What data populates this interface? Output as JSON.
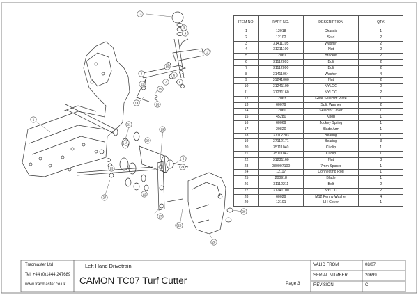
{
  "table": {
    "headers": [
      "ITEM NO.",
      "PART NO.",
      "DESCRIPTION",
      "QTY."
    ],
    "rows": [
      [
        "1",
        "12018",
        "Chassis",
        "1"
      ],
      [
        "2",
        "12102",
        "Stud",
        "2"
      ],
      [
        "3",
        "31411105",
        "Washer",
        "2"
      ],
      [
        "4",
        "31211100",
        "Nut",
        "2"
      ],
      [
        "5",
        "12061",
        "Bracket",
        "2"
      ],
      [
        "6",
        "31112093",
        "Bolt",
        "2"
      ],
      [
        "7",
        "31112090",
        "Bolt",
        "2"
      ],
      [
        "8",
        "31411064",
        "Washer",
        "4"
      ],
      [
        "9",
        "31241060",
        "Nut",
        "2"
      ],
      [
        "10",
        "31241100",
        "NYLOC",
        "2"
      ],
      [
        "11",
        "31231160",
        "NYLOC",
        "2"
      ],
      [
        "12",
        "12063",
        "Gear Selector Plate",
        "1"
      ],
      [
        "13",
        "60079",
        "Split Washer",
        "2"
      ],
      [
        "14",
        "12060",
        "Selector Lever",
        "1"
      ],
      [
        "15",
        "45280",
        "Knob",
        "1"
      ],
      [
        "16",
        "60069",
        "Jockey Spring",
        "1"
      ],
      [
        "17",
        "20820",
        "Blade Arm",
        "1"
      ],
      [
        "18",
        "37112203",
        "Bearing",
        "1"
      ],
      [
        "19",
        "37112171",
        "Bearing",
        "3"
      ],
      [
        "20",
        "35111040",
        "Circlip",
        "1"
      ],
      [
        "21",
        "35111042",
        "Circlip",
        "1"
      ],
      [
        "22",
        "31231160",
        "Nut",
        "3"
      ],
      [
        "23",
        "080007100",
        "7mm Spacer",
        "1"
      ],
      [
        "24",
        "12117",
        "Connecting Rod",
        "1"
      ],
      [
        "25",
        "200918",
        "Blade",
        "1"
      ],
      [
        "26",
        "31112211",
        "Bolt",
        "2"
      ],
      [
        "27",
        "31241100",
        "NYLOC",
        "2"
      ],
      [
        "28",
        "60029",
        "M12 Penny Washer",
        "4"
      ],
      [
        "29",
        "12101",
        "LH Cover",
        "1"
      ]
    ]
  },
  "title_block": {
    "company": "Tracmaster Ltd",
    "tel": "Tel: +44 (0)1444 247689",
    "web": "www.tracmaster.co.uk",
    "subtitle": "Left Hand Drivetrain",
    "title": "CAMON TC07 Turf Cutter",
    "page": "Page 3",
    "valid_from_label": "VALID FROM",
    "valid_from_value": "08/07",
    "serial_label": "SERIAL NUMBER",
    "serial_value": "20699",
    "revision_label": "REVISION",
    "revision_value": "C"
  },
  "balloons": [
    "1",
    "2",
    "3",
    "4",
    "5",
    "6",
    "7",
    "8",
    "9",
    "10",
    "11",
    "12",
    "13",
    "14",
    "15",
    "16",
    "17",
    "18",
    "19",
    "20",
    "21",
    "22",
    "23",
    "24",
    "25",
    "26",
    "27",
    "28",
    "29"
  ]
}
